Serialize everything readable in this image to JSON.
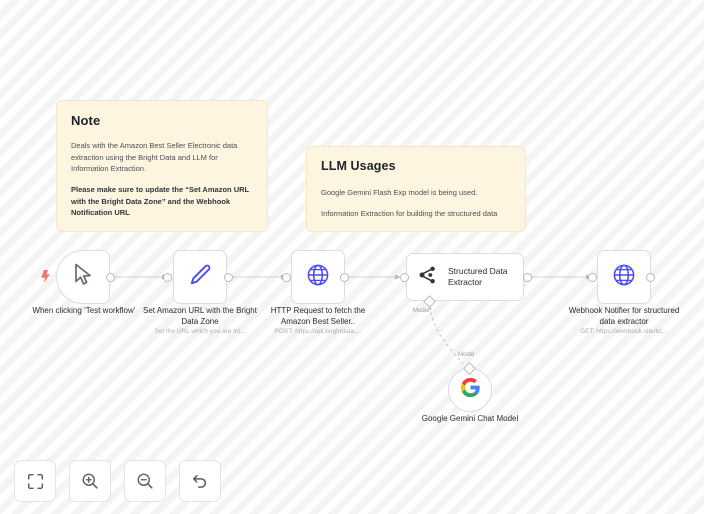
{
  "canvas": {
    "background_color": "#ffffff",
    "stripe_color": "#f4f4f5"
  },
  "notes": [
    {
      "id": "note-main",
      "title": "Note",
      "accent_color": "#fdf5e0",
      "paragraphs": [
        {
          "text": "Deals with the Amazon Best Seller Electronic data extraction using the Bright Data and LLM for Information Extraction.",
          "bold": false
        },
        {
          "text": "Please make sure to update the “Set Amazon URL with the Bright Data Zone” and the Webhook Notification URL",
          "bold": true
        }
      ]
    },
    {
      "id": "note-llm",
      "title": "LLM Usages",
      "accent_color": "#fdf5e0",
      "paragraphs": [
        {
          "text": "Google Gemini Flash Exp model is being used.",
          "bold": false
        },
        {
          "text": "Information Extraction for building the structured data",
          "bold": false
        }
      ]
    }
  ],
  "nodes": [
    {
      "id": "trigger",
      "caption": "When clicking ‘Test workflow’",
      "subcaption": "",
      "icon": "cursor-arrow-icon",
      "shape": "trigger"
    },
    {
      "id": "set-amazon-url",
      "caption": "Set Amazon URL with the Bright Data Zone",
      "subcaption": "Set the URL which you are int...",
      "icon": "pencil-icon",
      "shape": "square"
    },
    {
      "id": "http-request",
      "caption": "HTTP Request to fetch the Amazon Best Seller..",
      "subcaption": "POST: https://api.brightdata....",
      "icon": "globe-icon",
      "shape": "square"
    },
    {
      "id": "structured-data-extractor",
      "caption": "Structured Data Extractor",
      "subcaption": "",
      "icon": "network-graph-icon",
      "shape": "wide"
    },
    {
      "id": "webhook-notifier",
      "caption": "Webhook Notifier for structured data extractor",
      "subcaption": "GET: https://webhook.site/bc...",
      "icon": "globe-icon",
      "shape": "square"
    },
    {
      "id": "gemini-chat-model",
      "caption": "Google Gemini Chat Model",
      "subcaption": "",
      "icon": "google-g-icon",
      "shape": "round"
    }
  ],
  "connection_labels": {
    "model_required": "Model",
    "model_required_mark": "*",
    "model_plain": "Model"
  },
  "toolbar": {
    "buttons": [
      {
        "id": "fit-view",
        "name": "fit-to-view-button",
        "icon": "fit-screen-icon",
        "label": ""
      },
      {
        "id": "zoom-in",
        "name": "zoom-in-button",
        "icon": "zoom-in-icon",
        "label": ""
      },
      {
        "id": "zoom-out",
        "name": "zoom-out-button",
        "icon": "zoom-out-icon",
        "label": ""
      },
      {
        "id": "reset",
        "name": "reset-zoom-button",
        "icon": "undo-arrow-icon",
        "label": ""
      }
    ]
  }
}
